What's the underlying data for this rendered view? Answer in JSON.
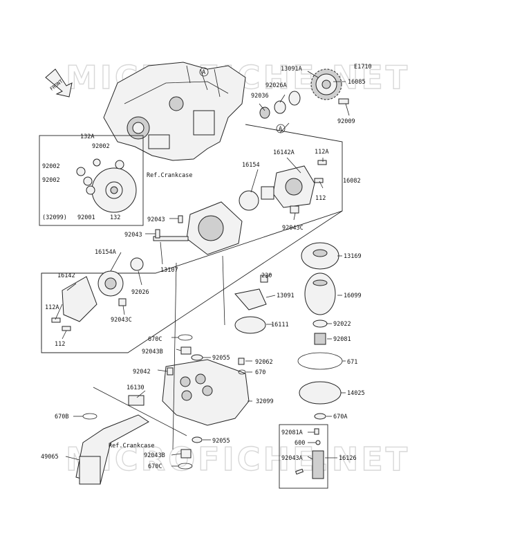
{
  "watermark": "MICROFICHE.NET",
  "front_label": "FRONT",
  "diagram_code": "E1710",
  "refs": {
    "A": "A",
    "crankcase": "Ref.Crankcase"
  },
  "labels": {
    "l13091A": "13091A",
    "l16085": "16085",
    "l92009": "92009",
    "l92036": "92036",
    "l92026A": "92026A",
    "l132A": "132A",
    "l92002a": "92002",
    "l92002b": "92002",
    "l92002c": "92002",
    "l32099p": "(32099)",
    "l92001": "92001",
    "l132": "132",
    "l16142A": "16142A",
    "l112A": "112A",
    "l16154": "16154",
    "l16082": "16082",
    "l112": "112",
    "l92043C": "92043C",
    "l92043a": "92043",
    "l92043b": "92043",
    "l16154A": "16154A",
    "l13107": "13107",
    "l13169": "13169",
    "l220": "220",
    "l16142": "16142",
    "l92026": "92026",
    "l13091": "13091",
    "l16099": "16099",
    "l112A2": "112A",
    "l92043C2": "92043C",
    "l16111": "16111",
    "l92022": "92022",
    "l112b": "112",
    "l670C": "670C",
    "l92081": "92081",
    "l92043B": "92043B",
    "l92055": "92055",
    "l92062": "92062",
    "l671": "671",
    "l92042": "92042",
    "l670": "670",
    "l16130": "16130",
    "l32099": "32099",
    "l14025": "14025",
    "l670B": "670B",
    "l670A": "670A",
    "l92081A": "92081A",
    "l600": "600",
    "l92055b": "92055",
    "l92043B2": "92043B",
    "l92043A": "92043A",
    "l16126": "16126",
    "l49065": "49065",
    "l670C2": "670C"
  }
}
